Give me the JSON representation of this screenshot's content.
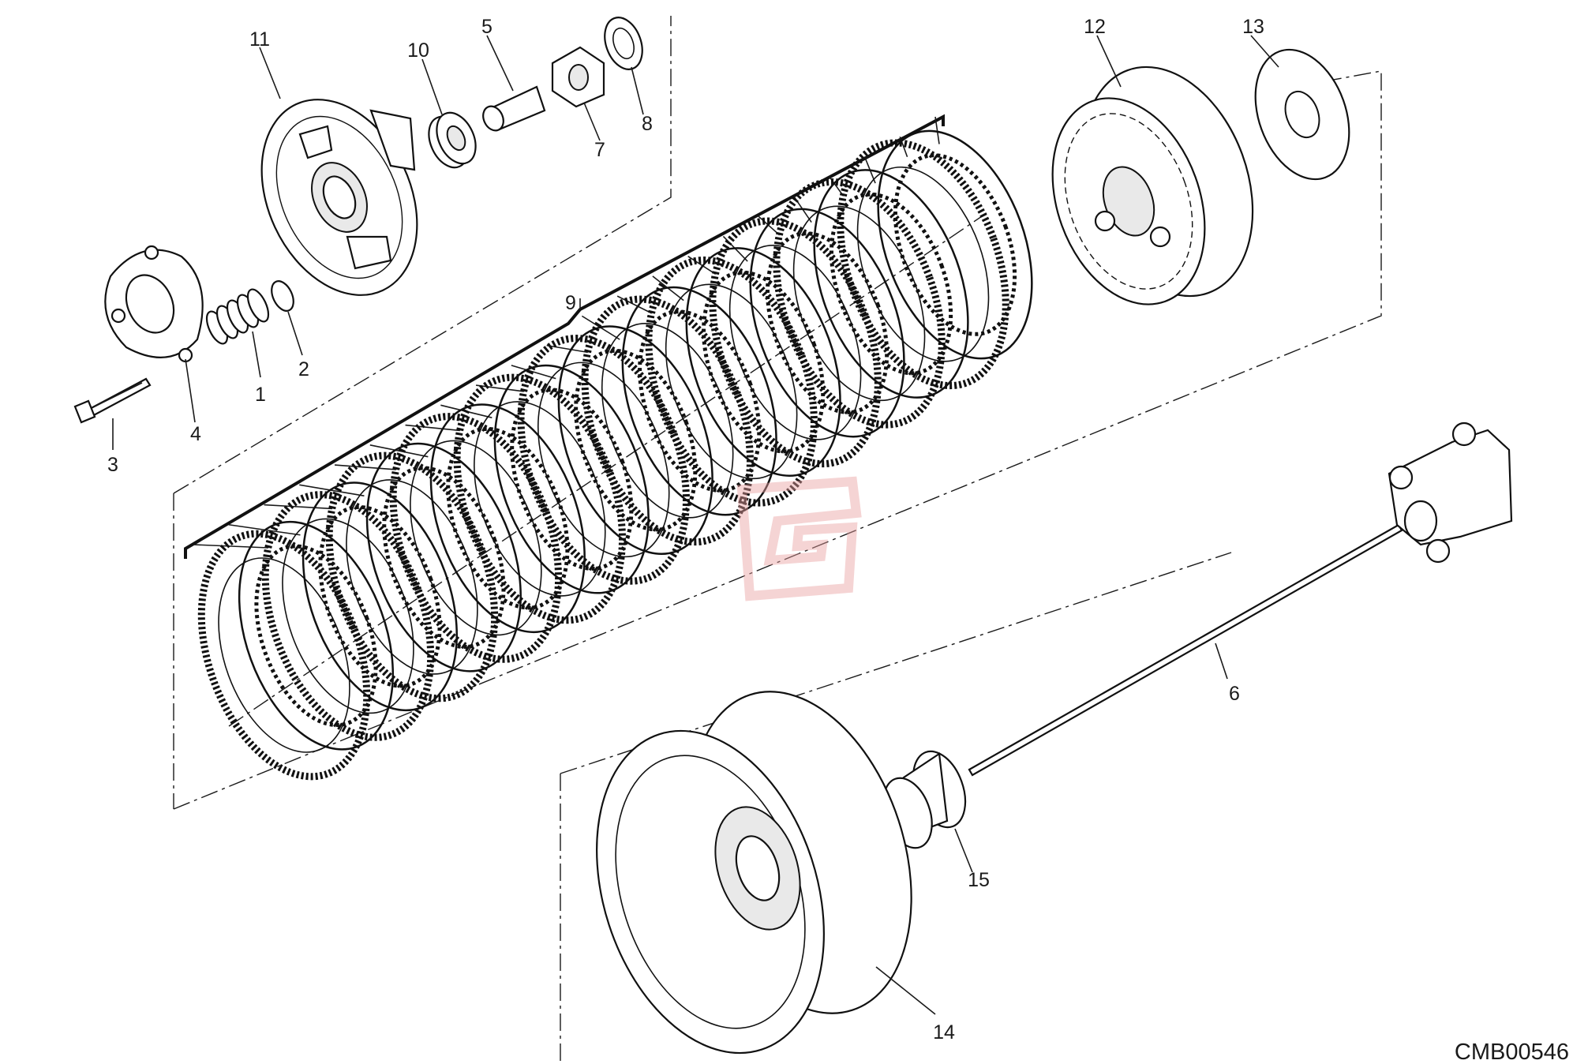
{
  "diagram_code": "CMB00546",
  "callouts": [
    {
      "id": "c1",
      "text": "1"
    },
    {
      "id": "c2",
      "text": "2"
    },
    {
      "id": "c3",
      "text": "3"
    },
    {
      "id": "c4",
      "text": "4"
    },
    {
      "id": "c5",
      "text": "5"
    },
    {
      "id": "c6",
      "text": "6"
    },
    {
      "id": "c7",
      "text": "7"
    },
    {
      "id": "c8",
      "text": "8"
    },
    {
      "id": "c9",
      "text": "9"
    },
    {
      "id": "c10",
      "text": "10"
    },
    {
      "id": "c11",
      "text": "11"
    },
    {
      "id": "c12",
      "text": "12"
    },
    {
      "id": "c13",
      "text": "13"
    },
    {
      "id": "c14",
      "text": "14"
    },
    {
      "id": "c15",
      "text": "15"
    }
  ],
  "colors": {
    "line": "#1a1a1a",
    "watermark": "#e8a0a0",
    "background": "#ffffff"
  }
}
